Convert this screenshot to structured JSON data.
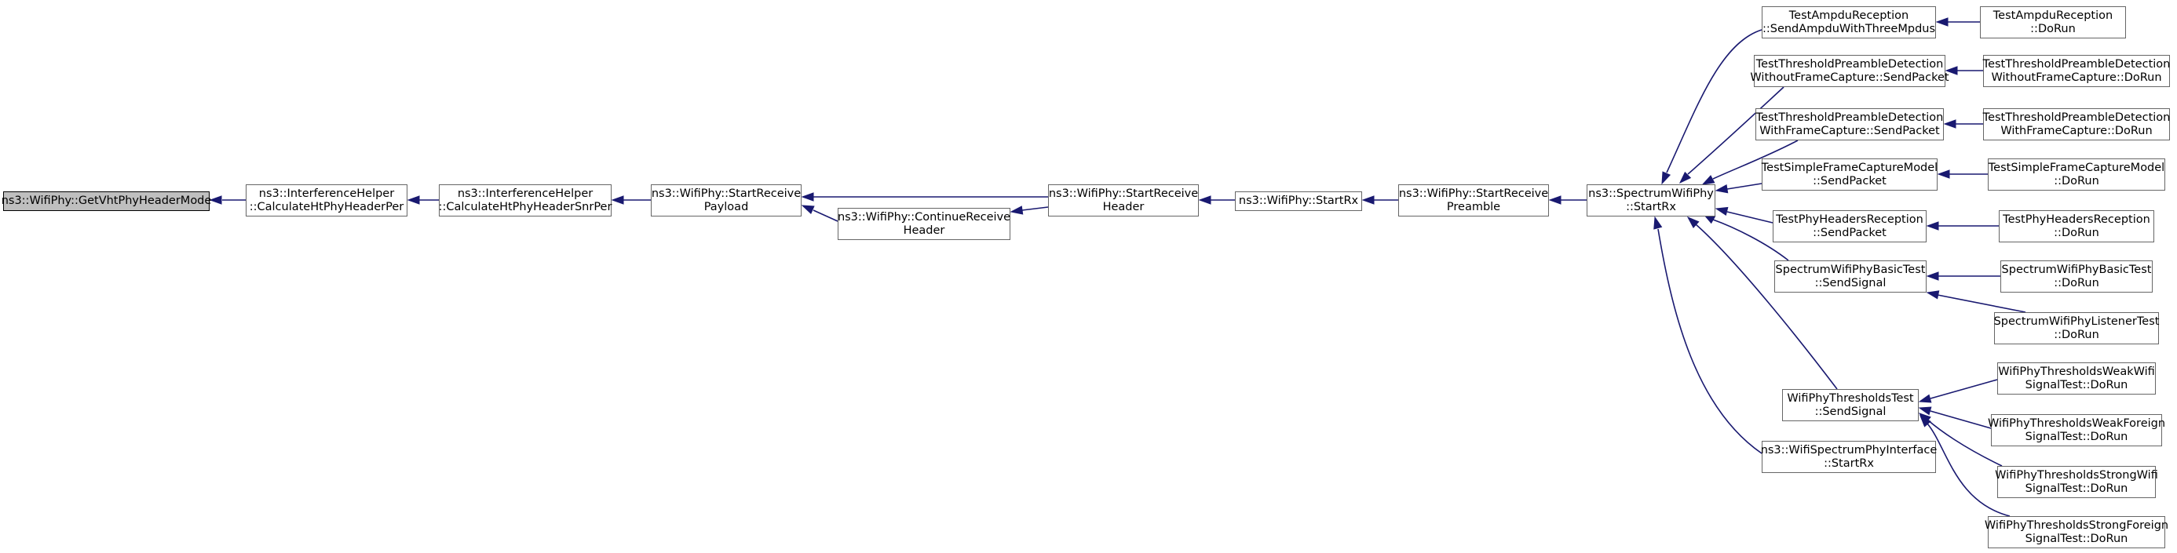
{
  "colors": {
    "edge": "#191970",
    "node_border": "#666666",
    "root_fill": "#bfbfbf"
  },
  "nodes": {
    "getvht": {
      "label": "ns3::WifiPhy::GetVhtPhyHeaderMode"
    },
    "calcper": {
      "label": "ns3::InterferenceHelper\n::CalculateHtPhyHeaderPer"
    },
    "calcsnr": {
      "label": "ns3::InterferenceHelper\n::CalculateHtPhyHeaderSnrPer"
    },
    "srpayload": {
      "label": "ns3::WifiPhy::StartReceive\nPayload"
    },
    "continue": {
      "label": "ns3::WifiPhy::ContinueReceive\nHeader"
    },
    "srheader": {
      "label": "ns3::WifiPhy::StartReceive\nHeader"
    },
    "startrx": {
      "label": "ns3::WifiPhy::StartRx"
    },
    "srpreamble": {
      "label": "ns3::WifiPhy::StartReceive\nPreamble"
    },
    "spectrum": {
      "label": "ns3::SpectrumWifiPhy\n::StartRx"
    },
    "ampdu": {
      "label": "TestAmpduReception\n::SendAmpduWithThreeMpdus"
    },
    "ampdu_do": {
      "label": "TestAmpduReception\n::DoRun"
    },
    "tpdwo": {
      "label": "TestThresholdPreambleDetection\nWithoutFrameCapture::SendPacket"
    },
    "tpdwo_do": {
      "label": "TestThresholdPreambleDetection\nWithoutFrameCapture::DoRun"
    },
    "tpdw": {
      "label": "TestThresholdPreambleDetection\nWithFrameCapture::SendPacket"
    },
    "tpdw_do": {
      "label": "TestThresholdPreambleDetection\nWithFrameCapture::DoRun"
    },
    "sfc": {
      "label": "TestSimpleFrameCaptureModel\n::SendPacket"
    },
    "sfc_do": {
      "label": "TestSimpleFrameCaptureModel\n::DoRun"
    },
    "phr": {
      "label": "TestPhyHeadersReception\n::SendPacket"
    },
    "phr_do": {
      "label": "TestPhyHeadersReception\n::DoRun"
    },
    "basic": {
      "label": "SpectrumWifiPhyBasicTest\n::SendSignal"
    },
    "basic_do": {
      "label": "SpectrumWifiPhyBasicTest\n::DoRun"
    },
    "listener": {
      "label": "SpectrumWifiPhyListenerTest\n::DoRun"
    },
    "thr": {
      "label": "WifiPhyThresholdsTest\n::SendSignal"
    },
    "thr_ww": {
      "label": "WifiPhyThresholdsWeakWifi\nSignalTest::DoRun"
    },
    "thr_wf": {
      "label": "WifiPhyThresholdsWeakForeign\nSignalTest::DoRun"
    },
    "thr_sw": {
      "label": "WifiPhyThresholdsStrongWifi\nSignalTest::DoRun"
    },
    "thr_sf": {
      "label": "WifiPhyThresholdsStrongForeign\nSignalTest::DoRun"
    },
    "wspi": {
      "label": "ns3::WifiSpectrumPhyInterface\n::StartRx"
    }
  }
}
